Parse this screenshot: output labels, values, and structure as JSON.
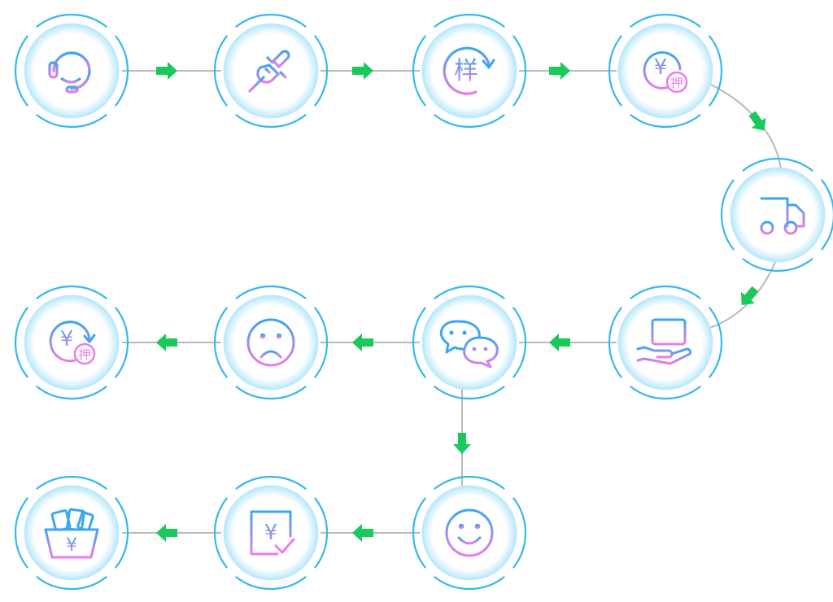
{
  "colors": {
    "connector": "#b9b9b9",
    "arrow": "#19c95a",
    "ring": "#35b9ea",
    "glow": "#bfe9fb",
    "icon_blue": "#3aa7ef",
    "icon_pink": "#e97de8"
  },
  "glyphs": {
    "sample": "样",
    "currency": "¥",
    "deposit": "押"
  },
  "steps": [
    {
      "id": "customer-service",
      "icon": "headset-icon"
    },
    {
      "id": "plug-in",
      "icon": "plug-icon"
    },
    {
      "id": "sample",
      "icon": "sample-icon"
    },
    {
      "id": "deposit",
      "icon": "deposit-icon"
    },
    {
      "id": "delivery",
      "icon": "truck-icon"
    },
    {
      "id": "receive-package",
      "icon": "hand-package-icon"
    },
    {
      "id": "chat-feedback",
      "icon": "chat-icon"
    },
    {
      "id": "unsatisfied",
      "icon": "sad-face-icon"
    },
    {
      "id": "deposit-refund",
      "icon": "deposit-refund-icon"
    },
    {
      "id": "satisfied",
      "icon": "smile-face-icon"
    },
    {
      "id": "payment-confirm",
      "icon": "bill-check-icon"
    },
    {
      "id": "purchase",
      "icon": "basket-icon"
    }
  ]
}
